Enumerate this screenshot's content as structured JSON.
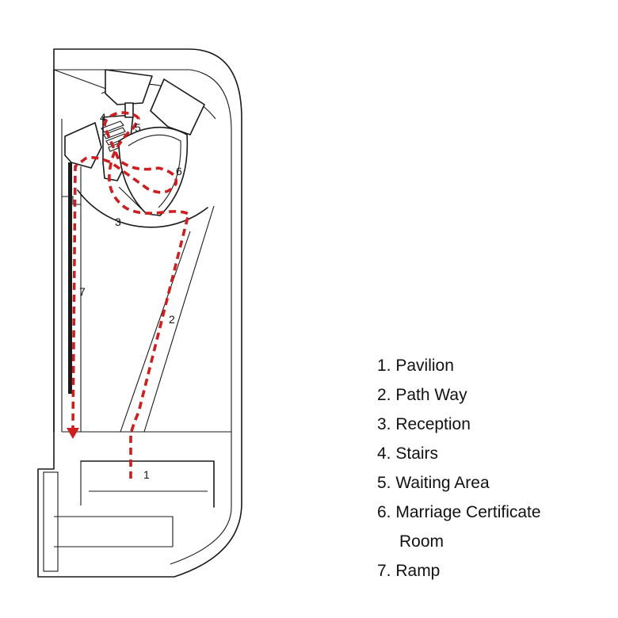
{
  "diagram": {
    "area_labels": [
      "1",
      "2",
      "3",
      "4",
      "5",
      "6",
      "7"
    ],
    "route_color": "#cc1f1f",
    "line_color": "#1a1a1a"
  },
  "legend": {
    "items": [
      "1. Pavilion",
      "2. Path Way",
      "3. Reception",
      "4. Stairs",
      "5. Waiting Area",
      "6. Marriage Certificate",
      "Room",
      "7. Ramp"
    ]
  }
}
